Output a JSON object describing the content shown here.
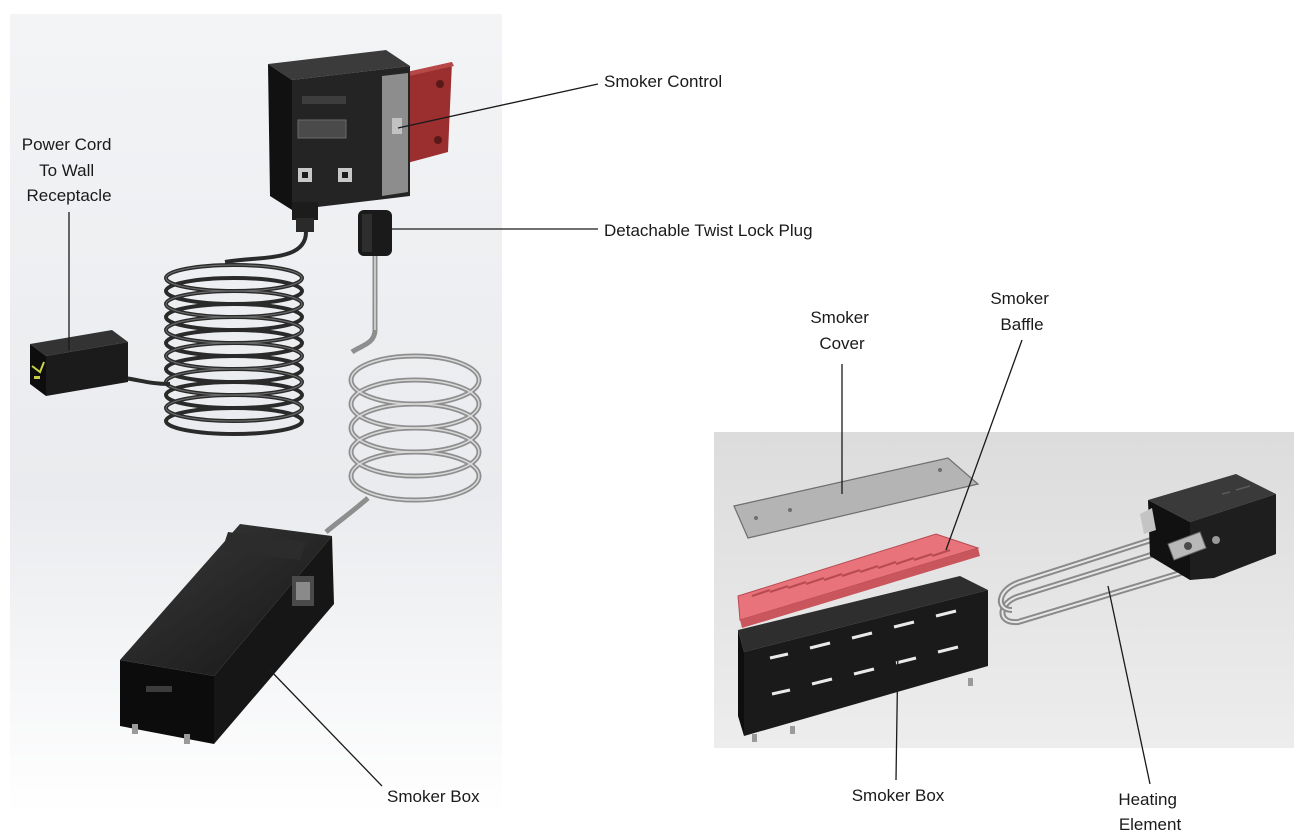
{
  "callouts": {
    "power_cord": [
      "Power Cord",
      "To Wall",
      "Receptacle"
    ],
    "smoker_control": "Smoker Control",
    "twist_lock_plug": "Detachable Twist Lock Plug",
    "smoker_box_left": "Smoker Box",
    "smoker_cover": [
      "Smoker",
      "Cover"
    ],
    "smoker_baffle": [
      "Smoker",
      "Baffle"
    ],
    "smoker_box_right": "Smoker Box",
    "heating_element": [
      "Heating",
      "Element"
    ]
  },
  "colors": {
    "left_panel_bg": "#eceef1",
    "right_panel_bg": "#e4e4e4",
    "housing_black": "#1c1c1c",
    "bracket_red": "#9b2e2e",
    "baffle_red": "#e8737a",
    "coil_silver": "#9a9a9a"
  }
}
